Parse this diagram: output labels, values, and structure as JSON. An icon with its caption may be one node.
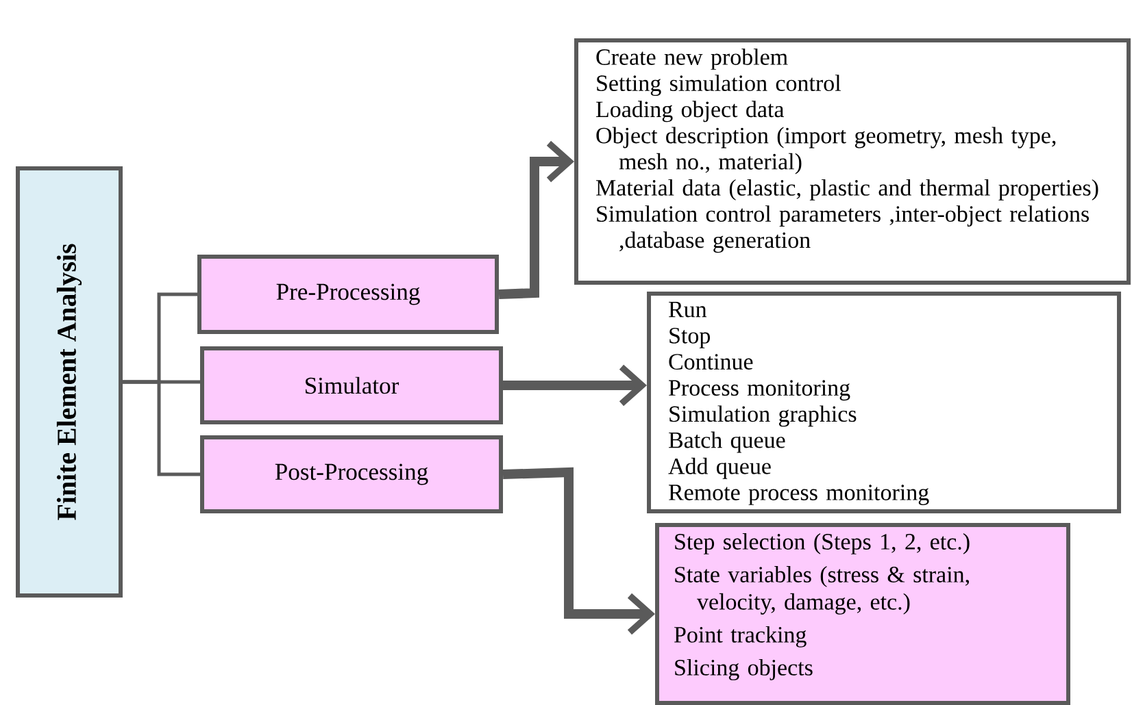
{
  "diagram": {
    "nodes": [
      {
        "text": [
          "Finite Element Analysis"
        ]
      },
      {
        "text": [
          "Pre-Processing"
        ]
      },
      {
        "text": [
          "Simulator"
        ]
      },
      {
        "text": [
          "Post-Processing"
        ]
      },
      {
        "text": [
          "Create new problem",
          "Setting simulation control",
          "Loading object data",
          "Object description (import geometry, mesh type, mesh no., material)",
          "Material data (elastic, plastic and thermal properties)",
          "Simulation control parameters ,inter-object relations ,database generation"
        ]
      },
      {
        "text": [
          "Run",
          "Stop",
          "Continue",
          "Process monitoring",
          "Simulation graphics",
          "Batch queue",
          "Add queue",
          "Remote process monitoring"
        ]
      },
      {
        "text": [
          "Step selection (Steps 1, 2, etc.)",
          "State variables (stress & strain, velocity, damage, etc.)",
          "Point tracking",
          "Slicing objects"
        ]
      }
    ],
    "edges": [
      {
        "from": 0,
        "to": 1,
        "arrow": "none"
      },
      {
        "from": 0,
        "to": 2,
        "arrow": "none"
      },
      {
        "from": 0,
        "to": 3,
        "arrow": "none"
      },
      {
        "from": 1,
        "to": 4,
        "arrow": "to",
        "style": "thick"
      },
      {
        "from": 2,
        "to": 5,
        "arrow": "to",
        "style": "thick"
      },
      {
        "from": 3,
        "to": 6,
        "arrow": "to",
        "style": "thick"
      }
    ]
  }
}
